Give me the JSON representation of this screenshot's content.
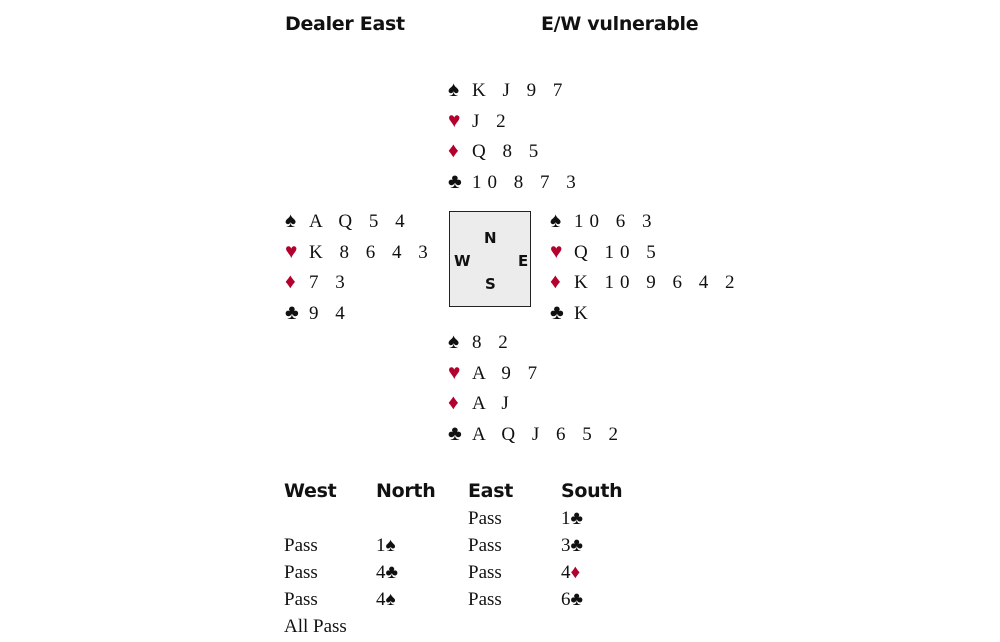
{
  "header": {
    "dealer": "Dealer East",
    "vulnerability": "E/W vulnerable"
  },
  "colors": {
    "red_suit": "#b3002d",
    "black_suit": "#111111",
    "compass_bg": "#ececec"
  },
  "suit_symbols": {
    "spades": "♠",
    "hearts": "♥",
    "diamonds": "♦",
    "clubs": "♣"
  },
  "hands": {
    "north": {
      "spades": "K J 9 7",
      "hearts": "J 2",
      "diamonds": "Q 8 5",
      "clubs": "10 8 7 3"
    },
    "west": {
      "spades": "A Q 5 4",
      "hearts": "K 8 6 4 3",
      "diamonds": "7 3",
      "clubs": "9 4"
    },
    "east": {
      "spades": "10 6 3",
      "hearts": "Q 10 5",
      "diamonds": "K 10 9 6 4 2",
      "clubs": "K"
    },
    "south": {
      "spades": "8 2",
      "hearts": "A 9 7",
      "diamonds": "A J",
      "clubs": "A Q J 6 5 2"
    }
  },
  "compass": {
    "n": "N",
    "w": "W",
    "e": "E",
    "s": "S"
  },
  "auction": {
    "headers": [
      "West",
      "North",
      "East",
      "South"
    ],
    "rows": [
      [
        {
          "level": "",
          "suit": ""
        },
        {
          "level": "",
          "suit": ""
        },
        {
          "level": "Pass",
          "suit": ""
        },
        {
          "level": "1",
          "suit": "♣"
        }
      ],
      [
        {
          "level": "Pass",
          "suit": ""
        },
        {
          "level": "1",
          "suit": "♠"
        },
        {
          "level": "Pass",
          "suit": ""
        },
        {
          "level": "3",
          "suit": "♣"
        }
      ],
      [
        {
          "level": "Pass",
          "suit": ""
        },
        {
          "level": "4",
          "suit": "♣"
        },
        {
          "level": "Pass",
          "suit": ""
        },
        {
          "level": "4",
          "suit": "♦"
        }
      ],
      [
        {
          "level": "Pass",
          "suit": ""
        },
        {
          "level": "4",
          "suit": "♠"
        },
        {
          "level": "Pass",
          "suit": ""
        },
        {
          "level": "6",
          "suit": "♣"
        }
      ],
      [
        {
          "level": "All Pass",
          "suit": ""
        }
      ]
    ]
  }
}
